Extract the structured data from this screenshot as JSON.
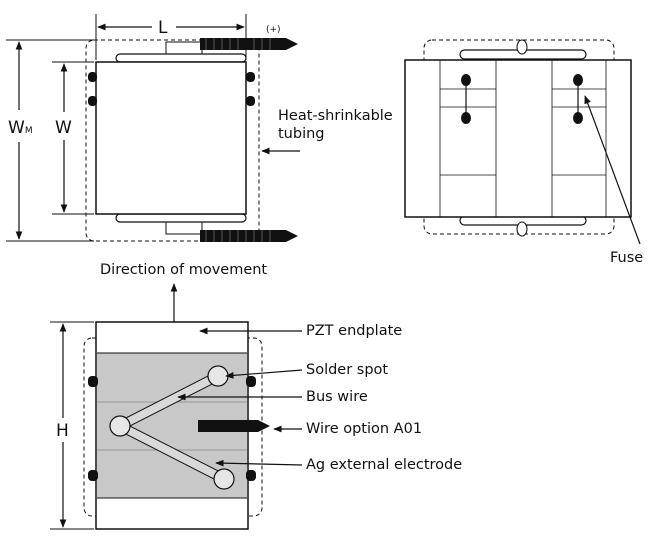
{
  "dimensions": {
    "length": "L",
    "width_max": "W",
    "width_max_sub": "M",
    "width": "W",
    "height": "H",
    "polarity": "(+)"
  },
  "labels": {
    "heat_shrink_line1": "Heat-shrinkable",
    "heat_shrink_line2": "tubing",
    "fuse": "Fuse",
    "direction": "Direction of movement",
    "pzt_endplate": "PZT endplate",
    "solder_spot": "Solder spot",
    "bus_wire": "Bus wire",
    "wire_option": "Wire option A01",
    "ag_electrode": "Ag external electrode"
  },
  "colors": {
    "line": "#111111",
    "electrode_fill": "#c8c8c8",
    "solder_fill": "#e6e6e6",
    "wire": "#111111"
  }
}
